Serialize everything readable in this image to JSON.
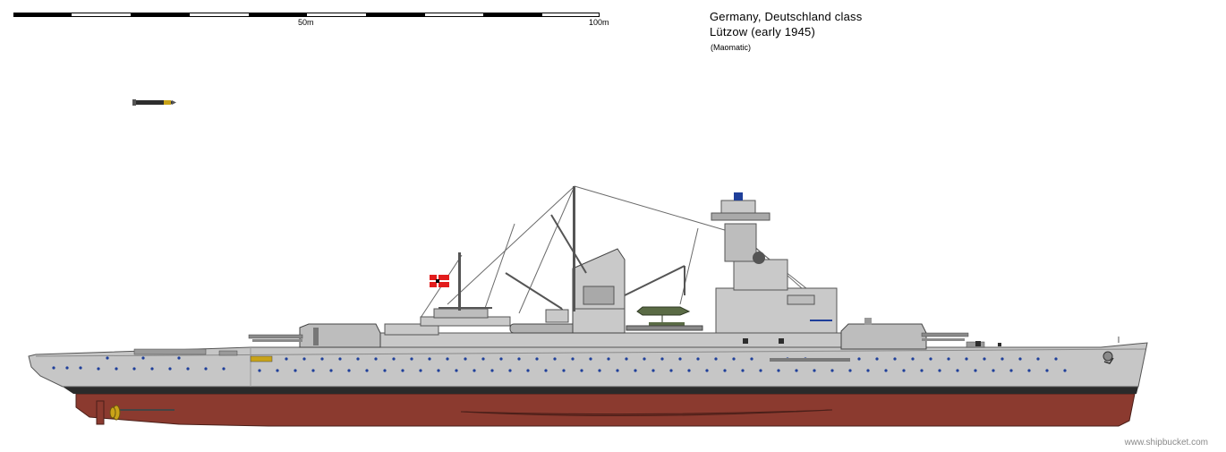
{
  "scale": {
    "label_mid": "50m",
    "label_end": "100m",
    "colors": {
      "dark": "#000000",
      "light": "#ffffff",
      "border": "#000000"
    }
  },
  "header": {
    "line1": "Germany, Deutschland class",
    "line2": "Lützow (early 1945)",
    "credit": "(Maomatic)"
  },
  "watermark": "www.shipbucket.com",
  "colors": {
    "hull_upper": "#c6c6c6",
    "hull_lower": "#8b3a2f",
    "boot_top": "#2a2a2a",
    "superstructure": "#c9c9c9",
    "deck_dark": "#7a7a7a",
    "portholes": "#1f3f9a",
    "flag_red": "#e21c1c",
    "propeller": "#c9a318",
    "aircraft": "#5a6b45"
  },
  "icons": {
    "torpedo": "torpedo-icon",
    "flag": "war-ensign-icon",
    "propeller": "propeller-icon",
    "aircraft": "floatplane-icon"
  }
}
